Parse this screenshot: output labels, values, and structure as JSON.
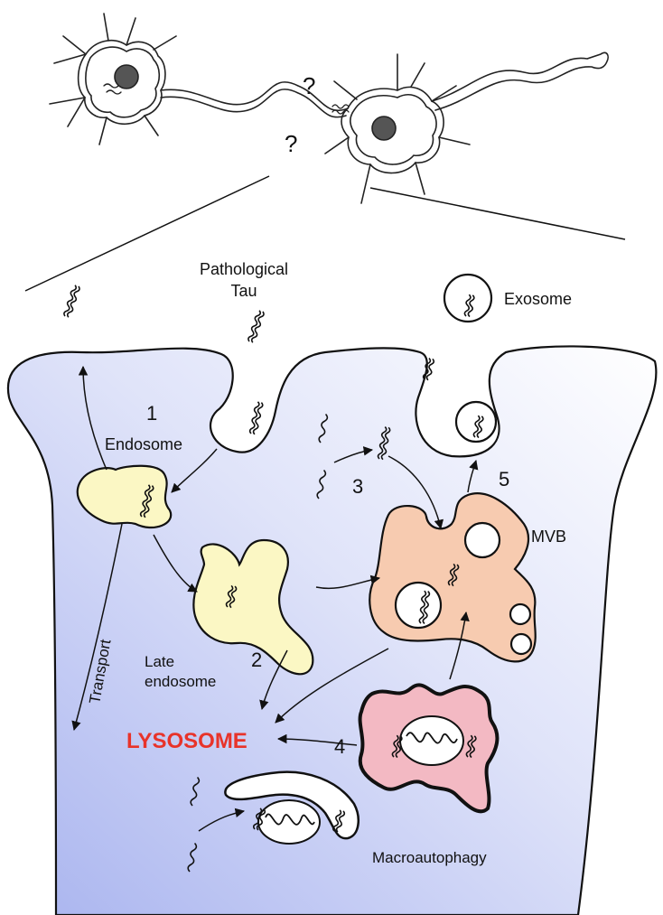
{
  "labels": {
    "pathological": "Pathological",
    "tau": "Tau",
    "exosome": "Exosome",
    "endosome": "Endosome",
    "mvb": "MVB",
    "transport": "Transport",
    "late": "Late",
    "endosome2": "endosome",
    "lysosome": "LYSOSOME",
    "macroautophagy": "Macroautophagy"
  },
  "steps": {
    "s1": "1",
    "s2": "2",
    "s3": "3",
    "s4": "4",
    "s5": "5"
  },
  "neuron_marks": {
    "q1": "?",
    "q2": "?"
  },
  "colors": {
    "cell_gradient_start": "#a9b4ef",
    "cell_gradient_end": "#ffffff",
    "endosome_fill": "#fbf7c4",
    "mvb_fill": "#f7cbb0",
    "autophagosome_fill": "#f3b9c3",
    "lysosome_text": "#e8332a",
    "outline": "#111111"
  }
}
